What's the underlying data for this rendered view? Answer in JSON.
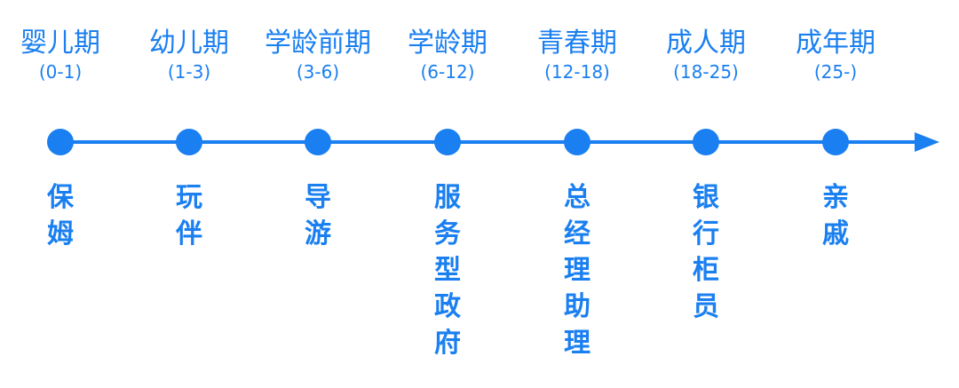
{
  "colors": {
    "accent": "#1a7ff0"
  },
  "stages": [
    {
      "label": "婴儿期",
      "range": "(0-1)",
      "role": "保姆"
    },
    {
      "label": "幼儿期",
      "range": "(1-3)",
      "role": "玩伴"
    },
    {
      "label": "学龄前期",
      "range": "(3-6)",
      "role": "导游"
    },
    {
      "label": "学龄期",
      "range": "(6-12)",
      "role": "服务型政府"
    },
    {
      "label": "青春期",
      "range": "(12-18)",
      "role": "总经理助理"
    },
    {
      "label": "成人期",
      "range": "(18-25)",
      "role": "银行柜员"
    },
    {
      "label": "成年期",
      "range": "(25-)",
      "role": "亲戚"
    }
  ]
}
